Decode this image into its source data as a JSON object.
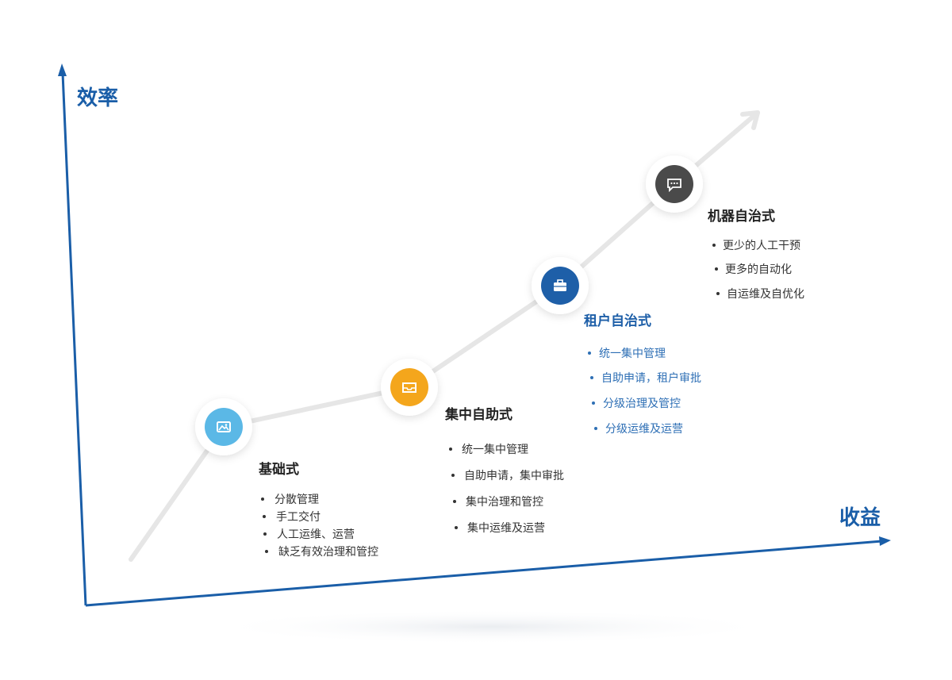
{
  "axes": {
    "y_label": "效率",
    "x_label": "收益",
    "color": "#1a5ea8"
  },
  "stages": [
    {
      "title": "基础式",
      "icon": "image-icon",
      "node_color": "#5bb8e6",
      "title_color": "#222222",
      "text_color": "#333333",
      "bullets": [
        "分散管理",
        "手工交付",
        "人工运维、运营",
        "缺乏有效治理和管控"
      ]
    },
    {
      "title": "集中自助式",
      "icon": "inbox-icon",
      "node_color": "#f4a61c",
      "title_color": "#222222",
      "text_color": "#333333",
      "bullets": [
        "统一集中管理",
        "自助申请，集中审批",
        "集中治理和管控",
        "集中运维及运营"
      ]
    },
    {
      "title": "租户自治式",
      "icon": "briefcase-icon",
      "node_color": "#1e5fa8",
      "title_color": "#1e5fa8",
      "text_color": "#2e6fb5",
      "bullets": [
        "统一集中管理",
        "自助申请，租户审批",
        "分级治理及管控",
        "分级运维及运营"
      ]
    },
    {
      "title": "机器自治式",
      "icon": "chat-icon",
      "node_color": "#4a4a4a",
      "title_color": "#222222",
      "text_color": "#333333",
      "bullets": [
        "更少的人工干预",
        "更多的自动化",
        "自运维及自优化"
      ]
    }
  ]
}
